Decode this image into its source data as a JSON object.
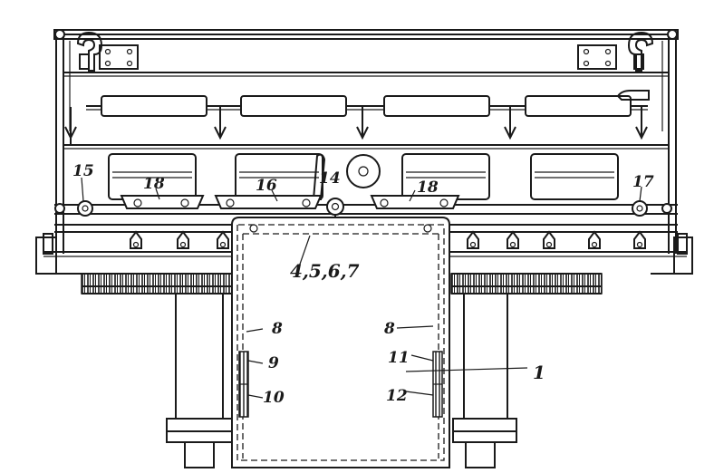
{
  "labels": {
    "l1": "1",
    "l4567": "4,5,6,7",
    "l8a": "8",
    "l8b": "8",
    "l9": "9",
    "l10": "10",
    "l11": "11",
    "l12": "12",
    "l14": "14",
    "l15": "15",
    "l16": "16",
    "l17": "17",
    "l18a": "18",
    "l18b": "18"
  }
}
